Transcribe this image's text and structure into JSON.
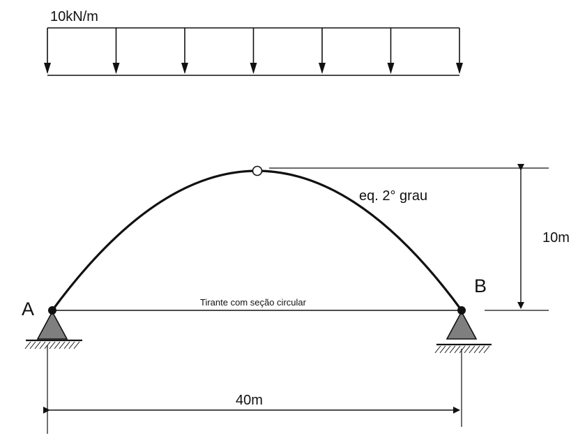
{
  "load": {
    "label": "10kN/m",
    "arrow_count": 7
  },
  "support_a": {
    "label": "A"
  },
  "support_b": {
    "label": "B"
  },
  "arch": {
    "curve_label": "eq. 2° grau"
  },
  "tie": {
    "label": "Tirante com seção circular"
  },
  "dimensions": {
    "height_label": "10m",
    "span_label": "40m"
  },
  "colors": {
    "line": "#111111",
    "support_fill": "#7f7f7f",
    "hinge_fill": "#ffffff"
  }
}
